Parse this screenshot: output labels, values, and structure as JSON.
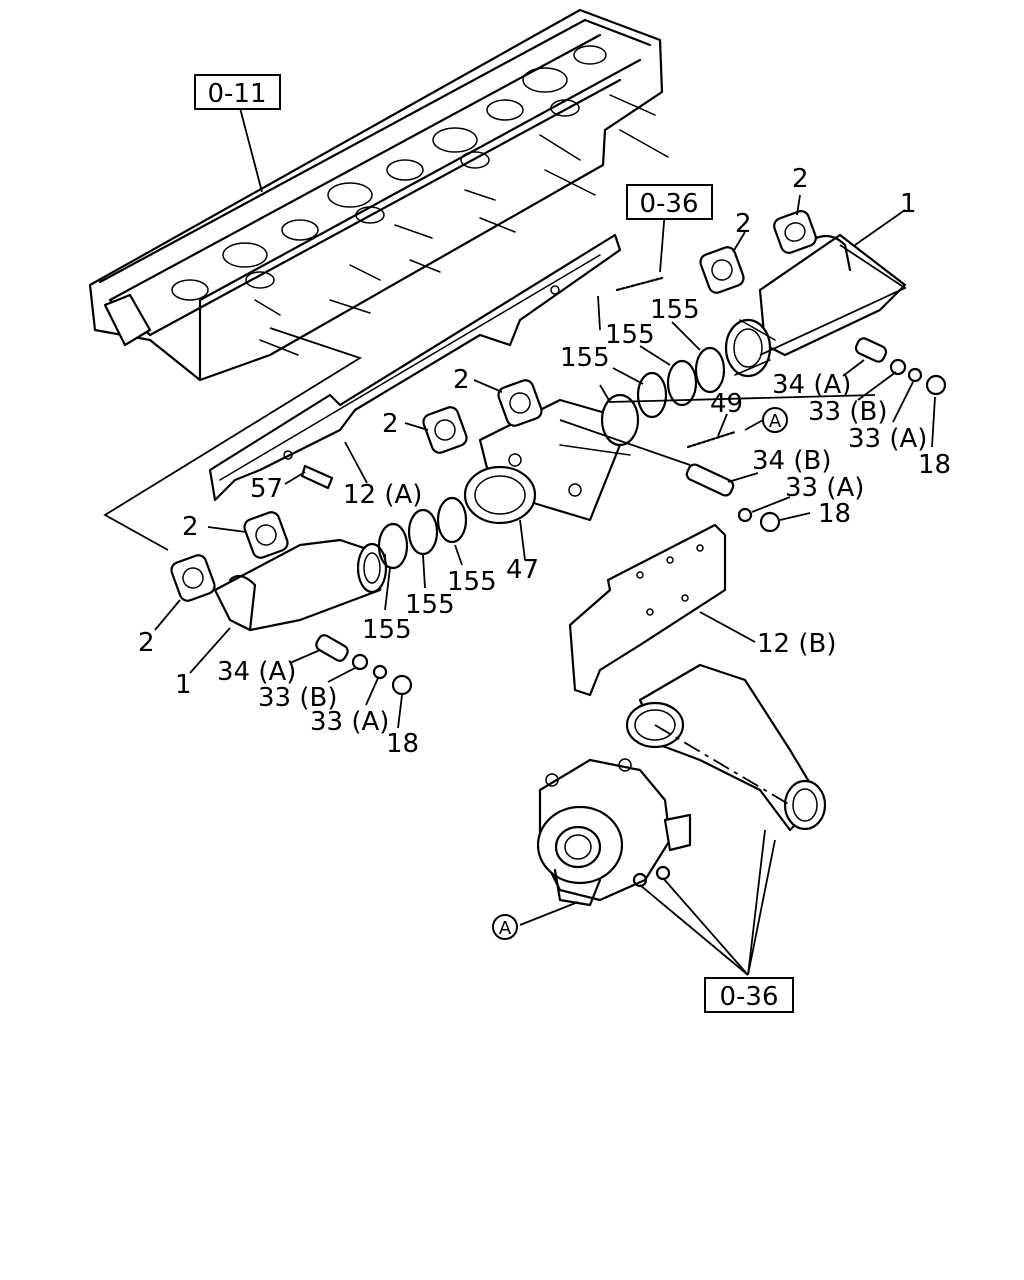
{
  "refs": {
    "head": "0-11",
    "upper": "0-36",
    "lower": "0-36"
  },
  "circle_a": "A",
  "callouts": {
    "c1_upper": "1",
    "c1_lower": "1",
    "c2_a": "2",
    "c2_b": "2",
    "c2_c": "2",
    "c2_d": "2",
    "c2_e": "2",
    "c2_f": "2",
    "c12a": "12 (A)",
    "c12b": "12 (B)",
    "c18_a": "18",
    "c18_b": "18",
    "c18_c": "18",
    "c33a_a": "33 (A)",
    "c33a_b": "33 (A)",
    "c33a_c": "33 (A)",
    "c33b_a": "33 (B)",
    "c33b_b": "33 (B)",
    "c34a_a": "34 (A)",
    "c34a_b": "34 (A)",
    "c34b": "34 (B)",
    "c47": "47",
    "c49": "49",
    "c57": "57",
    "c155_a": "155",
    "c155_b": "155",
    "c155_c": "155",
    "c155_d": "155",
    "c155_e": "155",
    "c155_f": "155"
  }
}
